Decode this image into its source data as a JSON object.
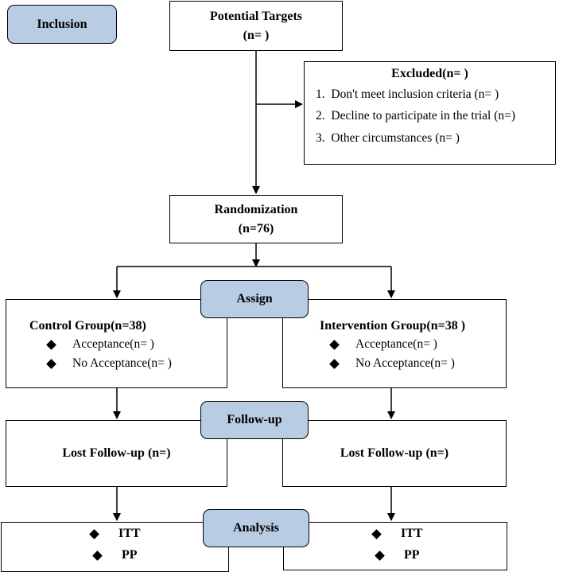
{
  "stages": {
    "inclusion": "Inclusion",
    "assign": "Assign",
    "follow_up": "Follow-up",
    "analysis": "Analysis"
  },
  "potential_targets": {
    "title": "Potential Targets",
    "count": "(n=  )"
  },
  "excluded": {
    "title": "Excluded(n=  )",
    "items": [
      {
        "num": "1.",
        "text": "Don't meet inclusion criteria (n= )"
      },
      {
        "num": "2.",
        "text": "Decline to participate in the trial (n=)"
      },
      {
        "num": "3.",
        "text": "Other circumstances (n= )"
      }
    ]
  },
  "randomization": {
    "title": "Randomization",
    "count": "(n=76)"
  },
  "control_group": {
    "title": "Control Group(n=38)",
    "items": [
      "Acceptance(n=  )",
      "No Acceptance(n=  )"
    ]
  },
  "intervention_group": {
    "title": "Intervention Group(n=38 )",
    "items": [
      "Acceptance(n=  )",
      "No Acceptance(n=  )"
    ]
  },
  "lost_follow_up": {
    "left": "Lost Follow-up (n=)",
    "right": "Lost Follow-up (n=)"
  },
  "analysis_items": {
    "left": [
      "ITT",
      "PP"
    ],
    "right": [
      "ITT",
      "PP"
    ]
  }
}
